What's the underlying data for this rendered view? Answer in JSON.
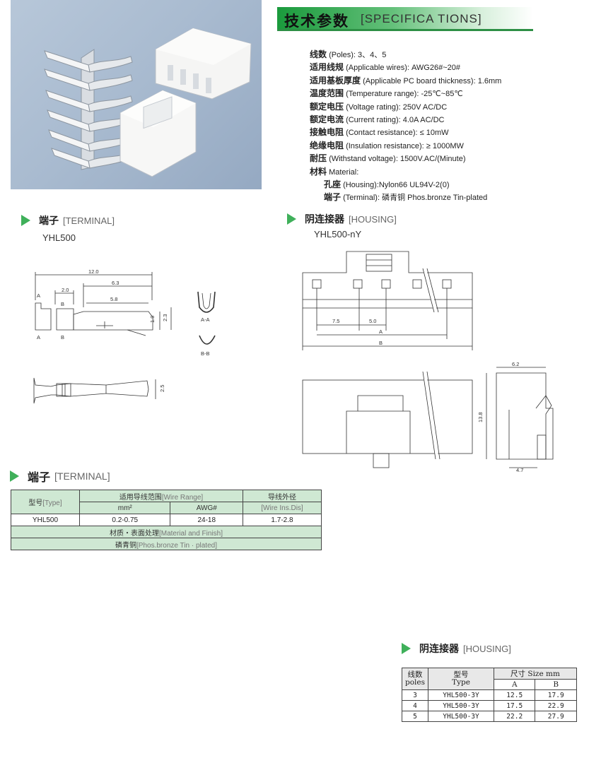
{
  "spec": {
    "title_cn": "技术参数",
    "title_en": "[SPECIFICA    TIONS]",
    "lines": [
      {
        "label": "线数",
        "text": " (Poles): 3、4、5"
      },
      {
        "label": "适用线规",
        "text": " (Applicable wires): AWG26#~20#"
      },
      {
        "label": "适用基板厚度",
        "text": " (Applicable PC board thickness): 1.6mm"
      },
      {
        "label": "温度范围",
        "text": " (Temperature range): -25℃~85℃"
      },
      {
        "label": "额定电压",
        "text": " (Voltage rating): 250V AC/DC"
      },
      {
        "label": "额定电流",
        "text": " (Current rating): 4.0A AC/DC"
      },
      {
        "label": "接触电阻",
        "text": " (Contact resistance): ≤ 10mW"
      },
      {
        "label": "绝缘电阻",
        "text": " (Insulation resistance): ≥ 1000MW"
      },
      {
        "label": "耐压",
        "text": " (Withstand voltage): 1500V.AC/(Minute)"
      },
      {
        "label": "材料",
        "text": " Material:"
      }
    ],
    "sub_lines": [
      {
        "label": "孔座",
        "text": " (Housing):Nylon66 UL94V-2(0)"
      },
      {
        "label": "端子",
        "text": " (Terminal): 磷青铜 Phos.bronze Tin-plated"
      }
    ]
  },
  "terminal_section": {
    "cn": "端子",
    "en": "[TERMINAL]",
    "model": "YHL500"
  },
  "housing_section": {
    "cn": "阴连接器",
    "en": "[HOUSING]",
    "model": "YHL500-nY"
  },
  "terminal_drawing": {
    "dim_total": "12.0",
    "dim_a": "2.0",
    "dim_b": "6.3",
    "dim_c": "5.8",
    "dim_h1": "1.9",
    "dim_h2": "2.3",
    "dim_w": "2.5",
    "label_a": "A",
    "label_b": "B",
    "section_aa": "A-A",
    "section_bb": "B-B"
  },
  "housing_drawing": {
    "dim_pitch1": "7.5",
    "dim_pitch2": "5.0",
    "dim_a": "A",
    "dim_b": "B",
    "dim_depth": "6.2",
    "dim_height": "13.8",
    "dim_foot": "4.7"
  },
  "terminal_table_section": {
    "cn": "端子",
    "en": "[TERMINAL]"
  },
  "terminal_table": {
    "type_cn": "型号",
    "type_en": "[Type]",
    "range_cn": "适用导线范围",
    "range_en": "[Wire Range]",
    "dia_cn": "导线外径",
    "dia_en": "[Wire Ins.Dis]",
    "col_mm": "mm²",
    "col_awg": "AWG#",
    "row": {
      "type": "YHL500",
      "mm": "0.2-0.75",
      "awg": "24-18",
      "dia": "1.7-2.8"
    },
    "material_cn": "材质・表面处理",
    "material_en": "[Material and Finish]",
    "finish_cn": "磷青铜",
    "finish_en": "[Phos.bronze Tin · plated]"
  },
  "housing_table_section": {
    "cn": "阴连接器",
    "en": "[HOUSING]"
  },
  "housing_table": {
    "poles_cn": "线数",
    "poles_en": "poles",
    "type_cn": "型号",
    "type_en": "Type",
    "size_header": "尺寸  Size mm",
    "col_a": "A",
    "col_b": "B",
    "rows": [
      {
        "poles": "3",
        "type": "YHL500-3Y",
        "a": "12.5",
        "b": "17.9"
      },
      {
        "poles": "4",
        "type": "YHL500-3Y",
        "a": "17.5",
        "b": "22.9"
      },
      {
        "poles": "5",
        "type": "YHL500-3Y",
        "a": "22.2",
        "b": "27.9"
      }
    ]
  },
  "colors": {
    "accent_green": "#3fb05a",
    "header_green": "#1a9a3c",
    "table_header": "#cfe8d3",
    "photo_bg": "#a9bbd0"
  }
}
